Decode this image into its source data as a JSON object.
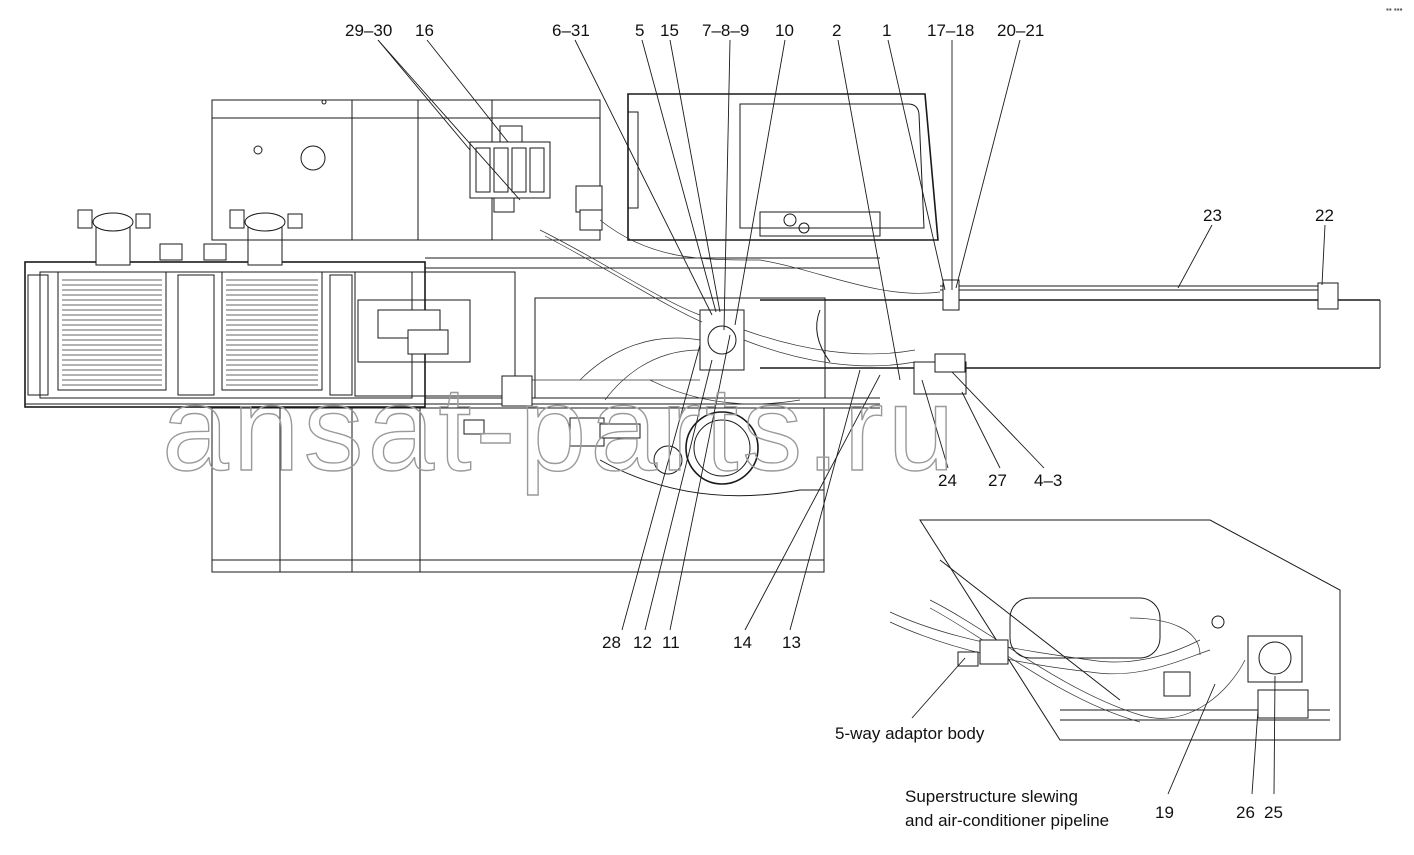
{
  "corner_mark": "▪▪ ▪▪▪",
  "watermark": "ansat-parts.ru",
  "callouts_top": [
    "29–30",
    "16",
    "6–31",
    "5",
    "15",
    "7–8–9",
    "10",
    "2",
    "1",
    "17–18",
    "20–21"
  ],
  "callouts_right": [
    "23",
    "22"
  ],
  "callouts_mid": [
    "24",
    "27",
    "4–3"
  ],
  "callouts_bottom": [
    "28",
    "12",
    "11",
    "14",
    "13"
  ],
  "inset_callouts": [
    "19",
    "26",
    "25"
  ],
  "labels": {
    "adaptor": "5-way adaptor body",
    "inset_title_line1": "Superstructure slewing",
    "inset_title_line2": "and air-conditioner pipeline"
  }
}
